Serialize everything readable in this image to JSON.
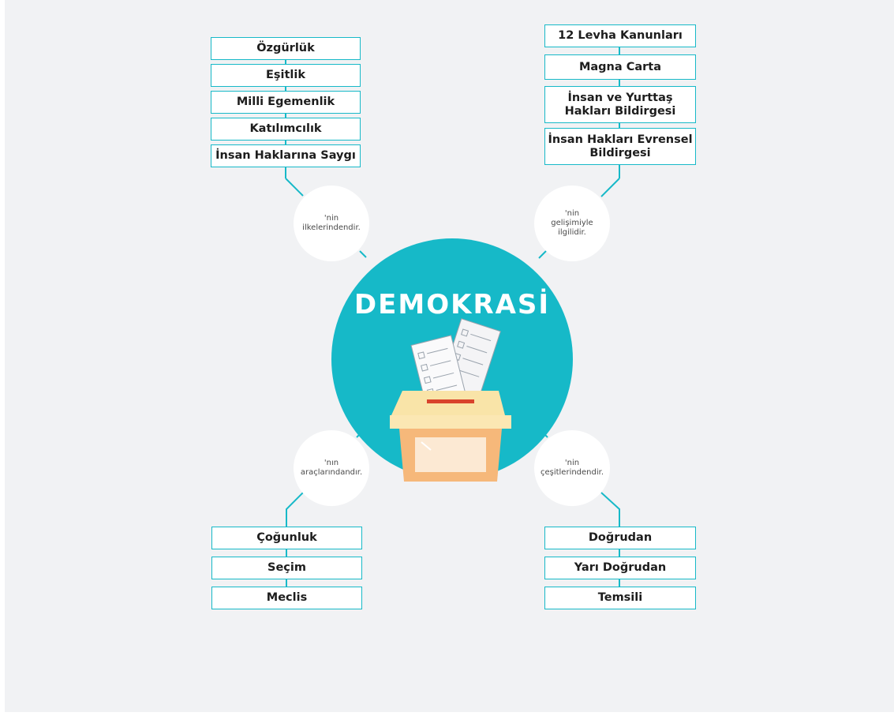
{
  "title": "DEMOKRASİ",
  "colors": {
    "accent": "#17b9c8",
    "background": "#f1f2f4",
    "box_fill": "#ffffff",
    "ballot_box": "#f6b87a"
  },
  "groups": {
    "principles": {
      "connector": "'nin\nilkelerindendir.",
      "items": [
        "Özgürlük",
        "Eşitlik",
        "Milli Egemenlik",
        "Katılımcılık",
        "İnsan Haklarına Saygı"
      ]
    },
    "development": {
      "connector": "'nin\ngelişimiyle\nilgilidir.",
      "items": [
        "12 Levha Kanunları",
        "Magna Carta",
        "İnsan ve Yurttaş\nHakları Bildirgesi",
        "İnsan Hakları Evrensel\nBildirgesi"
      ]
    },
    "tools": {
      "connector": "'nın\naraçlarındandır.",
      "items": [
        "Çoğunluk",
        "Seçim",
        "Meclis"
      ]
    },
    "types": {
      "connector": "'nin\nçeşitlerindendir.",
      "items": [
        "Doğrudan",
        "Yarı Doğrudan",
        "Temsili"
      ]
    }
  },
  "icons": {
    "center_illustration": "ballot-box-icon"
  }
}
